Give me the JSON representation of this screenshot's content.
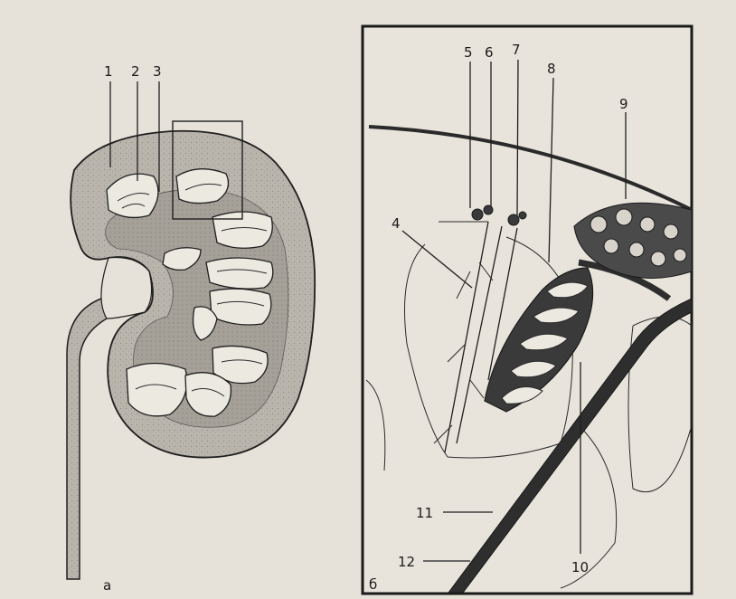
{
  "panel_a": {
    "letter": "a",
    "labels": [
      "1",
      "2",
      "3"
    ]
  },
  "panel_b": {
    "letter": "б",
    "labels": [
      "4",
      "5",
      "6",
      "7",
      "8",
      "9",
      "10",
      "11",
      "12"
    ]
  },
  "colors": {
    "background": "#e6e2d9",
    "cortex": "#b9b5ad",
    "medulla": "#9c9890",
    "papilla": "#ece9e1",
    "vessel": "#3a3a3a",
    "outline": "#1f1f1f"
  }
}
